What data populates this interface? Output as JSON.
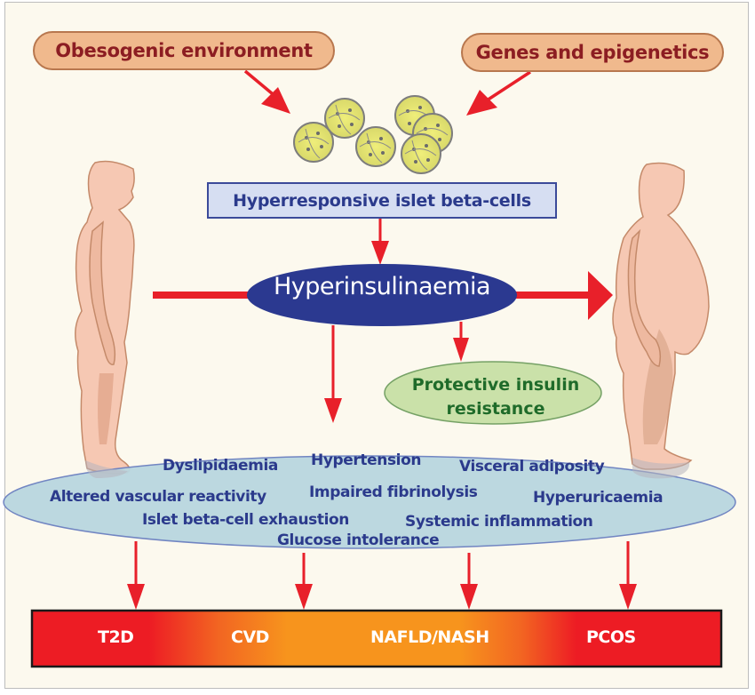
{
  "figure": {
    "title": "Hyperinsulinaemia pathophysiology diagram",
    "inputs": [
      {
        "label": "Obesogenic environment"
      },
      {
        "label": "Genes and epigenetics"
      }
    ],
    "beta_cells_label": "Hyperresponsive islet beta-cells",
    "central_node": "Hyperinsulinaemia",
    "protective_node": {
      "line1": "Protective insulin",
      "line2": "resistance"
    },
    "effects": [
      "Dyslipidaemia",
      "Hypertension",
      "Visceral adiposity",
      "Altered vascular reactivity",
      "Impaired fibrinolysis",
      "Hyperuricaemia",
      "Islet beta-cell exhaustion",
      "Systemic inflammation",
      "Glucose intolerance"
    ],
    "outcomes": [
      "T2D",
      "CVD",
      "NAFLD/NASH",
      "PCOS"
    ],
    "figures": {
      "left": "lean-person-figure",
      "right": "obese-person-figure"
    }
  },
  "colors": {
    "background": "#fcf9ee",
    "arrow": "#e8202a",
    "pill_fill": "#f0b98d",
    "pill_text": "#8c1d22",
    "central_fill": "#2b3990",
    "protective_fill": "#c6e0a4",
    "effects_fill": "#b9d7e0",
    "text_blue": "#2b3a8c",
    "bar_red": "#ed1c24",
    "bar_orange": "#f7941d"
  }
}
